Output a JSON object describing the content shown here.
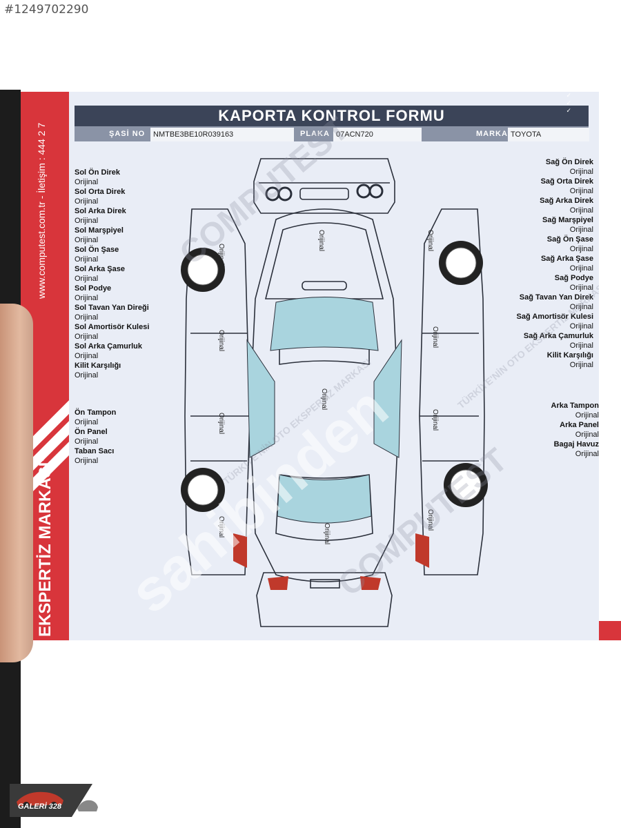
{
  "listing_id": "#1249702290",
  "strip": {
    "website": "www.computest.com.tr - İletişim : 444 2 7",
    "brand_slogan": "EKSPERTİZ MARKASI”"
  },
  "form": {
    "title": "KAPORTA KONTROL FORMU",
    "sasi_label": "ŞASİ NO",
    "sasi_value": "NMTBE3BE10R039163",
    "plaka_label": "PLAKA",
    "plaka_value": "07ACN720",
    "marka_label": "MARKA",
    "marka_value": "TOYOTA"
  },
  "left_parts": [
    {
      "name": "Sol Ön Direk",
      "status": "Orijinal"
    },
    {
      "name": "Sol Orta Direk",
      "status": "Orijinal"
    },
    {
      "name": "Sol Arka Direk",
      "status": "Orijinal"
    },
    {
      "name": "Sol Marşpiyel",
      "status": "Orijinal"
    },
    {
      "name": "Sol Ön Şase",
      "status": "Orijinal"
    },
    {
      "name": "Sol Arka Şase",
      "status": "Orijinal"
    },
    {
      "name": "Sol Podye",
      "status": "Orijinal"
    },
    {
      "name": "Sol Tavan Yan Direği",
      "status": "Orijinal"
    },
    {
      "name": "Sol Amortisör Kulesi",
      "status": "Orijinal"
    },
    {
      "name": "Sol Arka Çamurluk",
      "status": "Orijinal"
    },
    {
      "name": "Kilit Karşılığı",
      "status": "Orijinal"
    }
  ],
  "left_bottom_parts": [
    {
      "name": "Ön Tampon",
      "status": "Orijinal"
    },
    {
      "name": "Ön Panel",
      "status": "Orijinal"
    },
    {
      "name": "Taban Sacı",
      "status": "Orijinal"
    }
  ],
  "right_parts": [
    {
      "name": "Sağ Ön Direk",
      "status": "Orijinal"
    },
    {
      "name": "Sağ Orta Direk",
      "status": "Orijinal"
    },
    {
      "name": "Sağ Arka Direk",
      "status": "Orijinal"
    },
    {
      "name": "Sağ Marşpiyel",
      "status": "Orijinal"
    },
    {
      "name": "Sağ Ön Şase",
      "status": "Orijinal"
    },
    {
      "name": "Sağ Arka Şase",
      "status": "Orijinal"
    },
    {
      "name": "Sağ Podye",
      "status": "Orijinal"
    },
    {
      "name": "Sağ Tavan Yan Direk",
      "status": "Orijinal"
    },
    {
      "name": "Sağ Amortisör Kulesi",
      "status": "Orijinal"
    },
    {
      "name": "Sağ Arka Çamurluk",
      "status": "Orijinal"
    },
    {
      "name": "Kilit Karşılığı",
      "status": "Orijinal"
    }
  ],
  "right_bottom_parts": [
    {
      "name": "Arka Tampon",
      "status": "Orijinal"
    },
    {
      "name": "Arka Panel",
      "status": "Orijinal"
    },
    {
      "name": "Bagaj Havuz",
      "status": "Orijinal"
    }
  ],
  "car_labels": {
    "hood": "Orijinal",
    "roof": "Orijinal",
    "trunk": "Orijinal",
    "left_front_fender": "Orijinal",
    "left_front_door": "Orijinal",
    "left_rear_door": "Orijinal",
    "left_rear_fender": "Orijinal",
    "right_front_fender": "Orijinal",
    "right_front_door": "Orijinal",
    "right_rear_door": "Orijinal",
    "right_rear_fender": "Orijinal"
  },
  "watermarks": {
    "brand": "COMPUTEST",
    "sahibinden": "sahibinden",
    "tagline": "TÜRKİYE'NİN OTO EKSPERTİZ MARKASI"
  },
  "dealer_logo": "GALERİ 328",
  "colors": {
    "header": "#3b4458",
    "strip": "#d8353b",
    "paper": "#e9edf6",
    "glass": "#a9d4de"
  }
}
